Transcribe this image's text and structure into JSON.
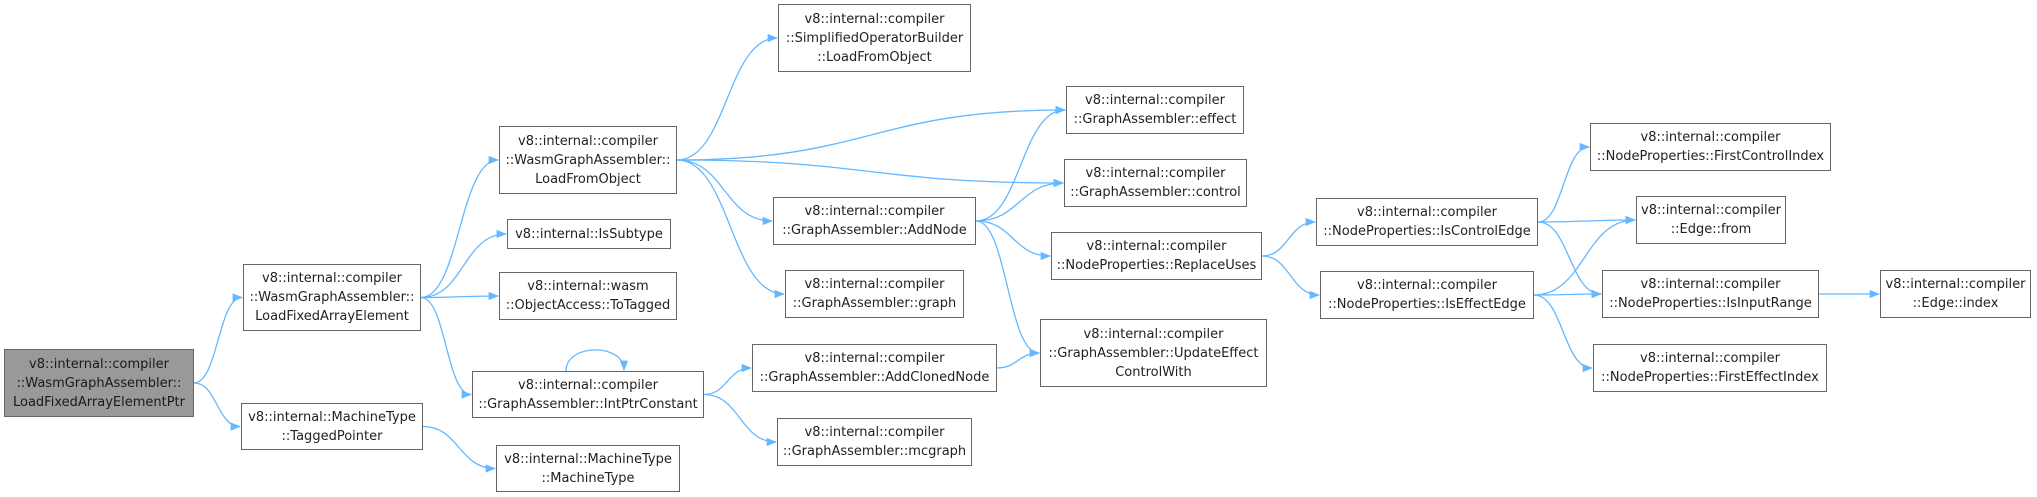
{
  "colors": {
    "edge": "#63b8ff",
    "node_border": "#666666",
    "root_fill": "#999999"
  },
  "nodes": {
    "root": [
      "v8::internal::compiler",
      "::WasmGraphAssembler::",
      "LoadFixedArrayElementPtr"
    ],
    "load_fixed_array_element": [
      "v8::internal::compiler",
      "::WasmGraphAssembler::",
      "LoadFixedArrayElement"
    ],
    "tagged_pointer": [
      "v8::internal::MachineType",
      "::TaggedPointer"
    ],
    "machine_type": [
      "v8::internal::MachineType",
      "::MachineType"
    ],
    "wasm_load_from_object": [
      "v8::internal::compiler",
      "::WasmGraphAssembler::",
      "LoadFromObject"
    ],
    "is_subtype": [
      "v8::internal::IsSubtype"
    ],
    "object_access_to_tagged": [
      "v8::internal::wasm",
      "::ObjectAccess::ToTagged"
    ],
    "intptr_constant": [
      "v8::internal::compiler",
      "::GraphAssembler::IntPtrConstant"
    ],
    "simplified_load_from_object": [
      "v8::internal::compiler",
      "::SimplifiedOperatorBuilder",
      "::LoadFromObject"
    ],
    "add_node": [
      "v8::internal::compiler",
      "::GraphAssembler::AddNode"
    ],
    "graph": [
      "v8::internal::compiler",
      "::GraphAssembler::graph"
    ],
    "add_cloned_node": [
      "v8::internal::compiler",
      "::GraphAssembler::AddClonedNode"
    ],
    "mcgraph": [
      "v8::internal::compiler",
      "::GraphAssembler::mcgraph"
    ],
    "effect": [
      "v8::internal::compiler",
      "::GraphAssembler::effect"
    ],
    "control": [
      "v8::internal::compiler",
      "::GraphAssembler::control"
    ],
    "replace_uses": [
      "v8::internal::compiler",
      "::NodeProperties::ReplaceUses"
    ],
    "update_effect_control_with": [
      "v8::internal::compiler",
      "::GraphAssembler::UpdateEffect",
      "ControlWith"
    ],
    "is_control_edge": [
      "v8::internal::compiler",
      "::NodeProperties::IsControlEdge"
    ],
    "is_effect_edge": [
      "v8::internal::compiler",
      "::NodeProperties::IsEffectEdge"
    ],
    "first_control_index": [
      "v8::internal::compiler",
      "::NodeProperties::FirstControlIndex"
    ],
    "edge_from": [
      "v8::internal::compiler",
      "::Edge::from"
    ],
    "is_input_range": [
      "v8::internal::compiler",
      "::NodeProperties::IsInputRange"
    ],
    "first_effect_index": [
      "v8::internal::compiler",
      "::NodeProperties::FirstEffectIndex"
    ],
    "edge_index": [
      "v8::internal::compiler",
      "::Edge::index"
    ]
  },
  "edges": [
    [
      "root",
      "load_fixed_array_element"
    ],
    [
      "root",
      "tagged_pointer"
    ],
    [
      "tagged_pointer",
      "machine_type"
    ],
    [
      "load_fixed_array_element",
      "wasm_load_from_object"
    ],
    [
      "load_fixed_array_element",
      "is_subtype"
    ],
    [
      "load_fixed_array_element",
      "object_access_to_tagged"
    ],
    [
      "load_fixed_array_element",
      "intptr_constant"
    ],
    [
      "wasm_load_from_object",
      "simplified_load_from_object"
    ],
    [
      "wasm_load_from_object",
      "effect"
    ],
    [
      "wasm_load_from_object",
      "control"
    ],
    [
      "wasm_load_from_object",
      "add_node"
    ],
    [
      "wasm_load_from_object",
      "graph"
    ],
    [
      "intptr_constant",
      "intptr_constant"
    ],
    [
      "intptr_constant",
      "add_cloned_node"
    ],
    [
      "intptr_constant",
      "mcgraph"
    ],
    [
      "add_cloned_node",
      "update_effect_control_with"
    ],
    [
      "add_node",
      "effect"
    ],
    [
      "add_node",
      "control"
    ],
    [
      "add_node",
      "replace_uses"
    ],
    [
      "add_node",
      "update_effect_control_with"
    ],
    [
      "replace_uses",
      "is_control_edge"
    ],
    [
      "replace_uses",
      "is_effect_edge"
    ],
    [
      "is_control_edge",
      "first_control_index"
    ],
    [
      "is_control_edge",
      "edge_from"
    ],
    [
      "is_control_edge",
      "is_input_range"
    ],
    [
      "is_effect_edge",
      "edge_from"
    ],
    [
      "is_effect_edge",
      "is_input_range"
    ],
    [
      "is_effect_edge",
      "first_effect_index"
    ],
    [
      "is_input_range",
      "edge_index"
    ]
  ]
}
